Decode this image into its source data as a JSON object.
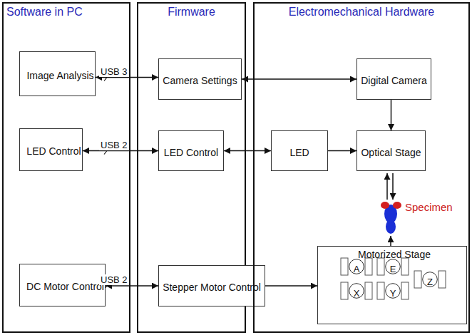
{
  "diagram": {
    "nodes": [
      {
        "text": [
          "Software in PC"
        ]
      },
      {
        "text": [
          "Firmware"
        ]
      },
      {
        "text": [
          "Electromechanical Hardware"
        ]
      },
      {
        "text": [
          "Image Analysis"
        ],
        "in": 0
      },
      {
        "text": [
          "LED Control"
        ],
        "in": 0
      },
      {
        "text": [
          "DC Motor Control"
        ],
        "in": 0
      },
      {
        "text": [
          "Camera Settings"
        ],
        "in": 1
      },
      {
        "text": [
          "LED Control"
        ],
        "in": 1
      },
      {
        "text": [
          "Stepper Motor Control"
        ],
        "in": 1
      },
      {
        "text": [
          "Digital Camera"
        ],
        "in": 2
      },
      {
        "text": [
          "LED"
        ],
        "in": 2
      },
      {
        "text": [
          "Optical Stage"
        ],
        "in": 2
      },
      {
        "text": [
          "Motorized Stage"
        ],
        "in": 2
      },
      {
        "text": [
          "A"
        ],
        "in": 12
      },
      {
        "text": [
          "E"
        ],
        "in": 12
      },
      {
        "text": [
          "X"
        ],
        "in": 12
      },
      {
        "text": [
          "Y"
        ],
        "in": 12
      },
      {
        "text": [
          "Z"
        ],
        "in": 12
      }
    ],
    "edges": [
      {
        "from": 3,
        "to": 6,
        "label": "USB 3",
        "arrow": "both"
      },
      {
        "from": 6,
        "to": 9,
        "arrow": "both"
      },
      {
        "from": 9,
        "to": 11,
        "arrow": "to"
      },
      {
        "from": 4,
        "to": 7,
        "label": "USB 2",
        "arrow": "both"
      },
      {
        "from": 7,
        "to": 10,
        "arrow": "both"
      },
      {
        "from": 10,
        "to": 11,
        "arrow": "to"
      },
      {
        "from": 5,
        "to": 8,
        "label": "USB 2",
        "arrow": "both"
      },
      {
        "from": 8,
        "to": 12,
        "arrow": "to"
      }
    ],
    "labels": [
      "Specimen"
    ]
  }
}
